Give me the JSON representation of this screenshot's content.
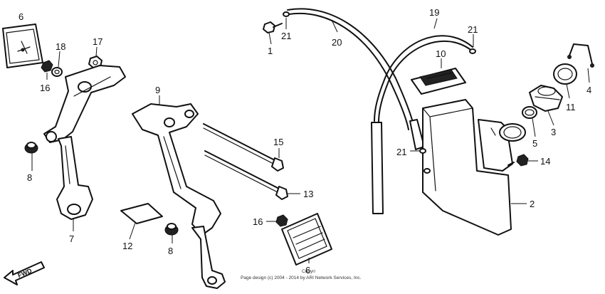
{
  "callouts": {
    "c1": "1",
    "c2": "2",
    "c3": "3",
    "c4": "4",
    "c5": "5",
    "c6a": "6",
    "c6b": "6",
    "c7": "7",
    "c8a": "8",
    "c8b": "8",
    "c9": "9",
    "c10": "10",
    "c11": "11",
    "c12": "12",
    "c13": "13",
    "c14": "14",
    "c15": "15",
    "c16a": "16",
    "c16b": "16",
    "c17": "17",
    "c18": "18",
    "c19": "19",
    "c20": "20",
    "c21a": "21",
    "c21b": "21",
    "c21c": "21"
  },
  "fwd_label": "FWD",
  "watermark": "Copyri",
  "copyright": "Page design (c) 2004 - 2014 by ARI Network Services, Inc."
}
